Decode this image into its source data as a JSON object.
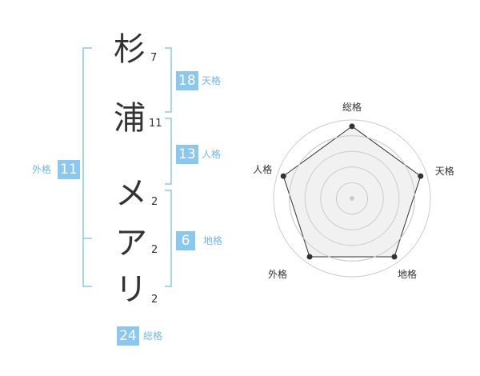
{
  "colors": {
    "accent": "#8ac8ef",
    "label": "#6fb9e9",
    "text": "#333333",
    "radar_fill": "#eeeeee",
    "radar_ring": "#cccccc"
  },
  "name": {
    "characters": [
      {
        "char": "杉",
        "strokes": "7"
      },
      {
        "char": "浦",
        "strokes": "11"
      },
      {
        "char": "メ",
        "strokes": "2"
      },
      {
        "char": "ア",
        "strokes": "2"
      },
      {
        "char": "リ",
        "strokes": "2"
      }
    ]
  },
  "fortune": {
    "tenkaku": {
      "value": "18",
      "label": "天格"
    },
    "jinkaku": {
      "value": "13",
      "label": "人格"
    },
    "chikaku": {
      "value": "6",
      "label": "地格"
    },
    "gaikaku": {
      "value": "11",
      "label": "外格"
    },
    "soukaku": {
      "value": "24",
      "label": "総格"
    }
  },
  "chart_data": {
    "type": "radar",
    "axes": [
      "総格",
      "天格",
      "地格",
      "外格",
      "人格"
    ],
    "values": [
      5,
      5,
      5,
      5,
      5
    ],
    "max": 5,
    "rings": 5
  }
}
